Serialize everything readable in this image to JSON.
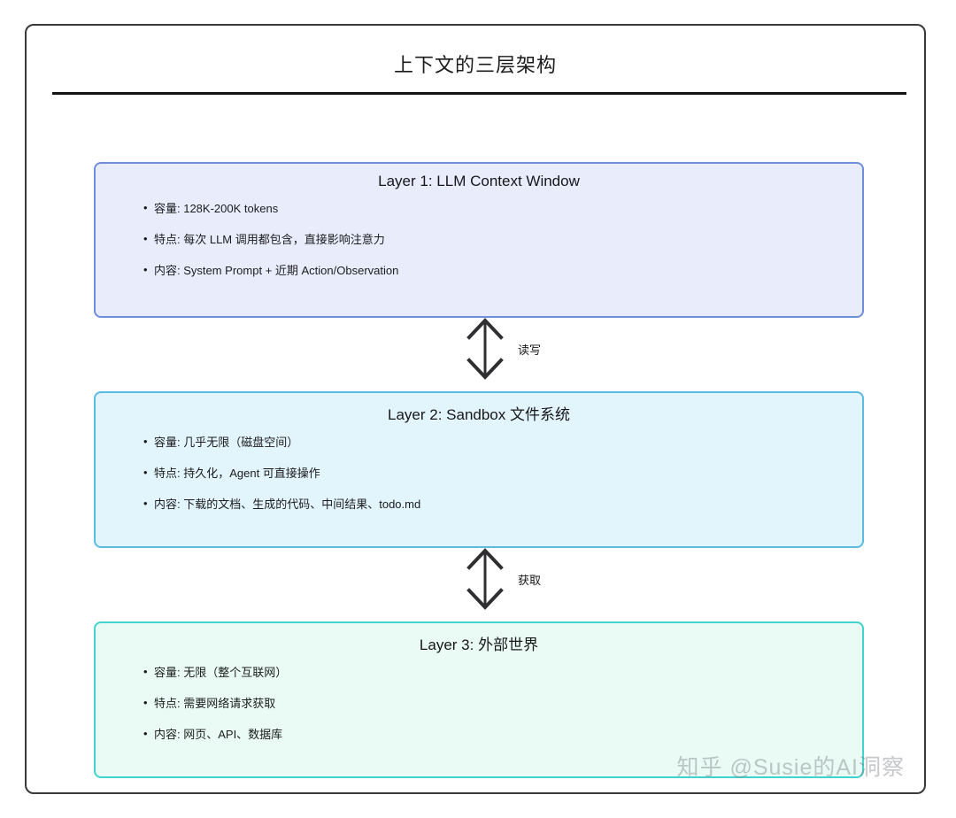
{
  "page": {
    "title": "上下文的三层架构",
    "watermark": "知乎 @Susie的AI洞察"
  },
  "layers": [
    {
      "id": "layer-1",
      "title": "Layer 1: LLM Context Window",
      "fill_color": "#e8ecfb",
      "border_color": "#6f8fdb",
      "bullets": [
        "容量: 128K-200K tokens",
        "特点: 每次 LLM 调用都包含，直接影响注意力",
        "内容: System Prompt + 近期 Action/Observation"
      ]
    },
    {
      "id": "layer-2",
      "title": "Layer 2: Sandbox 文件系统",
      "fill_color": "#e2f4fc",
      "border_color": "#5bbbe3",
      "bullets": [
        "容量: 几乎无限（磁盘空间）",
        "特点: 持久化，Agent 可直接操作",
        "内容: 下载的文档、生成的代码、中间结果、todo.md"
      ]
    },
    {
      "id": "layer-3",
      "title": "Layer 3: 外部世界",
      "fill_color": "#e9fbf4",
      "border_color": "#3fd4cc",
      "bullets": [
        "容量: 无限（整个互联网）",
        "特点: 需要网络请求获取",
        "内容: 网页、API、数据库"
      ]
    }
  ],
  "connectors": [
    {
      "id": "connector-1",
      "label": "读写",
      "icon": "double-arrow-vertical-icon"
    },
    {
      "id": "connector-2",
      "label": "获取",
      "icon": "double-arrow-vertical-icon"
    }
  ]
}
